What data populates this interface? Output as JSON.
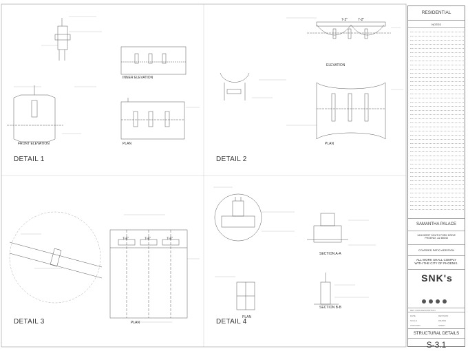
{
  "details": [
    {
      "label": "DETAIL 1",
      "sub": [
        "FRONT ELEVATION",
        "PLAN",
        "INNER ELEVATION"
      ]
    },
    {
      "label": "DETAIL 2",
      "sub": [
        "ELEVATION",
        "PLAN"
      ]
    },
    {
      "label": "DETAIL 3",
      "sub": [
        "PLAN"
      ]
    },
    {
      "label": "DETAIL 4",
      "sub": [
        "SECTION A-A",
        "SECTION B-B",
        "PLAN"
      ]
    }
  ],
  "dims": {
    "d3": [
      "7-6\"",
      "7-6\"",
      "7-6\""
    ],
    "d2": [
      "7-2\"",
      "7-2\""
    ]
  },
  "title_block": {
    "type": "RESIDENTIAL",
    "notes_heading": "NOTES",
    "client_name": "SAMANTHA PALACE",
    "address": "1416 WEST SOUTH FORK DRIVE PHOENIX, AZ 85045",
    "project": "COVERED PATIO ADDITION",
    "compliance": "ALL WORK SHALL COMPLY WITH THE CITY OF PHOENIX.",
    "logo": "SNK's",
    "sheet_title": "STRUCTURAL DETAILS",
    "sheet_number": "S-3.1",
    "rev_heading": "REV. DATE DESCRIPTION",
    "rev_values": [
      "DATE",
      "REVISION",
      "SCALE",
      "DRAWN",
      "CHECKED",
      "SHEET"
    ]
  },
  "colors": {
    "line": "#555555",
    "dim": "#777777",
    "text": "#222222"
  }
}
